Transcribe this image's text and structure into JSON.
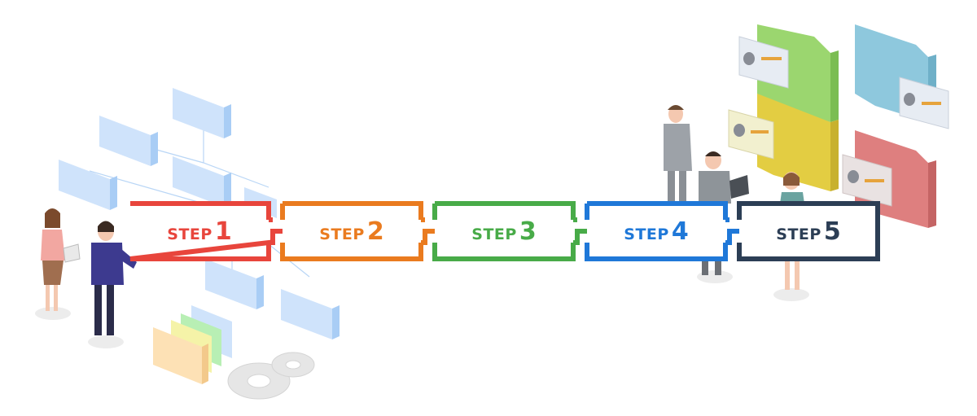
{
  "diagram": {
    "steps": [
      {
        "label": "STEP",
        "number": "1",
        "color": "#e8453c"
      },
      {
        "label": "STEP",
        "number": "2",
        "color": "#ea7b1f"
      },
      {
        "label": "STEP",
        "number": "3",
        "color": "#48ab48"
      },
      {
        "label": "STEP",
        "number": "4",
        "color": "#1f78d8"
      },
      {
        "label": "STEP",
        "number": "5",
        "color": "#2c3e55"
      }
    ],
    "illustration_left": "org-chart-planning-team",
    "illustration_right": "puzzle-team-members",
    "colors": {
      "org_box": "#cfe3fb",
      "org_box_side": "#a9cdf5",
      "puzzle_green": "#9bd66f",
      "puzzle_yellow": "#e3cd42",
      "puzzle_blue": "#8ec8dd",
      "puzzle_red": "#de7f7f",
      "gear": "#e6e6e6"
    }
  }
}
